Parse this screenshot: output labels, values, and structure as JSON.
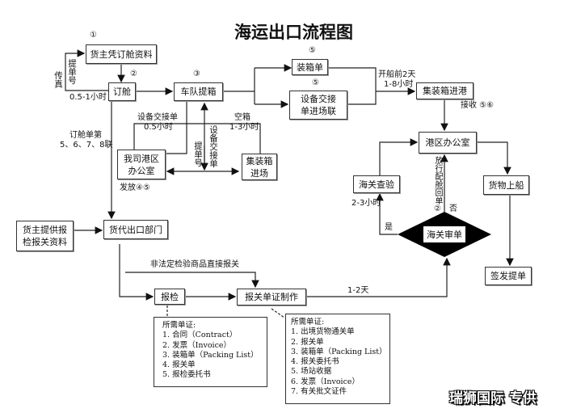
{
  "title": "海运出口流程图",
  "boxes": {
    "shipper_docs": "货主凭订舱资料",
    "booking": "订舱",
    "truck_pickup": "车队提箱",
    "packing_list": "装箱单",
    "eir_entry": "设备交接单进场联",
    "container_to_port": "集装箱进港",
    "port_office": "港区办公室",
    "our_port_office": "我司港区办公室",
    "container_yard": "集装箱进场",
    "customs_inspection": "海关查验",
    "loading": "货物上船",
    "bl_issue": "签发提单",
    "customs_review": "海关审单",
    "shipper_inspection_docs": "货主提供报检报关资料",
    "forwarder_export": "货代出口部门",
    "inspection": "报检",
    "declaration_docs": "报关单证制作"
  },
  "labels": {
    "n1": "①",
    "n2": "②",
    "n3": "③",
    "n5a": "⑤",
    "n5b": "⑤",
    "fax": "传真",
    "bl_no": "提单号",
    "t_05_1h": "0.5-1小时",
    "before_sail": "开船前2天",
    "t_1_8h": "1-8小时",
    "receive": "接收 ⑤⑥",
    "eir": "设备交接单",
    "t_05h": "0.5小时",
    "empty": "空箱",
    "t_1_3h": "1-3小时",
    "booking_copies_1": "订舱单第",
    "booking_copies_2": "5、6、7、8联",
    "bl_no2": "提单号",
    "eir2": "设备交接单",
    "issue": "发放④⑤",
    "t_2_3h": "2-3小时",
    "yes": "是",
    "no": "否",
    "release": "放行配舱回单②",
    "direct_declare": "非法定检验商品直接报关",
    "t_1_2d": "1-2天"
  },
  "inspection_docs": {
    "heading": "所需单证:",
    "items": [
      "1. 合同（Contract）",
      "2. 发票（Invoice）",
      "3. 装箱单（Packing List）",
      "4. 报关单",
      "5. 报检委托书"
    ]
  },
  "declaration_docs": {
    "heading": "所需单证:",
    "items": [
      "1. 出境货物通关单",
      "2. 报关单",
      "3. 装箱单（Packing List）",
      "4. 报关委托书",
      "5. 场站收据",
      "6. 发票（Invoice）",
      "7. 有关批文证件"
    ]
  },
  "watermark": "瑞狮国际 专供"
}
